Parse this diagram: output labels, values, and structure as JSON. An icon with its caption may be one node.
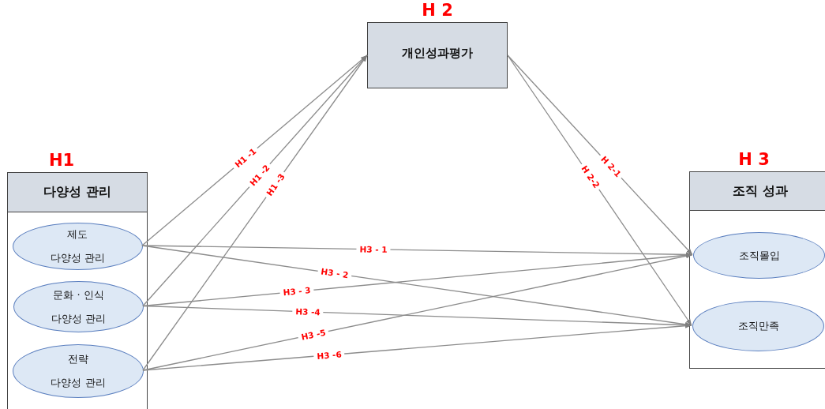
{
  "diagram": {
    "nodes": [
      {
        "text": [
          "H1",
          "다양성 관리"
        ]
      },
      {
        "text": [
          "제도 다양성 관리"
        ],
        "in": 0
      },
      {
        "text": [
          "문화 · 인식 다양성 관리"
        ],
        "in": 0
      },
      {
        "text": [
          "전략 다양성 관리"
        ],
        "in": 0
      },
      {
        "text": [
          "H 2",
          "개인성과평가"
        ]
      },
      {
        "text": [
          "H 3",
          "조직 성과"
        ]
      },
      {
        "text": [
          "조직몰입"
        ],
        "in": 5
      },
      {
        "text": [
          "조직만족"
        ],
        "in": 5
      }
    ],
    "edges": [
      {
        "from": 1,
        "to": 4,
        "arrow": "to",
        "label": "H1 -1"
      },
      {
        "from": 2,
        "to": 4,
        "arrow": "to",
        "label": "H1 -2"
      },
      {
        "from": 3,
        "to": 4,
        "arrow": "to",
        "label": "H1 -3"
      },
      {
        "from": 4,
        "to": 6,
        "arrow": "to",
        "label": "H 2-1"
      },
      {
        "from": 4,
        "to": 7,
        "arrow": "to",
        "label": "H 2-2"
      },
      {
        "from": 1,
        "to": 6,
        "arrow": "to",
        "label": "H3 - 1"
      },
      {
        "from": 1,
        "to": 7,
        "arrow": "to",
        "label": "H3 - 2"
      },
      {
        "from": 2,
        "to": 6,
        "arrow": "to",
        "label": "H3 - 3"
      },
      {
        "from": 2,
        "to": 7,
        "arrow": "to",
        "label": "H3 -4"
      },
      {
        "from": 3,
        "to": 6,
        "arrow": "to",
        "label": "H3 -5"
      },
      {
        "from": 3,
        "to": 7,
        "arrow": "to",
        "label": "H3 -6"
      }
    ]
  }
}
